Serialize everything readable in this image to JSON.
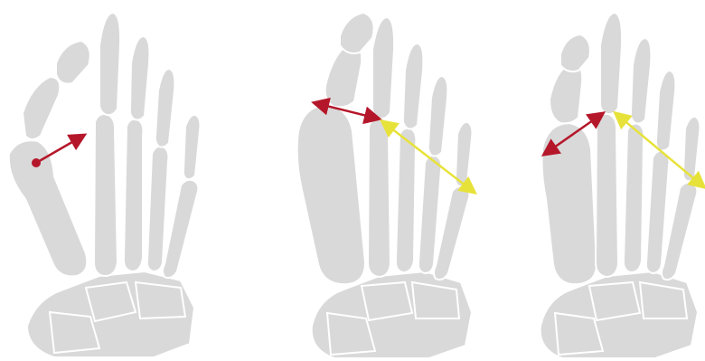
{
  "diagram": {
    "panels": [
      {
        "id": "foot-1",
        "arrows": [
          {
            "type": "single",
            "color": "#b5172a"
          }
        ]
      },
      {
        "id": "foot-2",
        "arrows": [
          {
            "type": "double",
            "color": "#b5172a"
          },
          {
            "type": "double",
            "color": "#e7e23a"
          }
        ]
      },
      {
        "id": "foot-3",
        "arrows": [
          {
            "type": "double",
            "color": "#b5172a"
          },
          {
            "type": "double",
            "color": "#e7e23a"
          }
        ]
      }
    ],
    "colors": {
      "bone": "#d9d9d9",
      "bone_outline": "#ffffff",
      "red_arrow": "#b5172a",
      "yellow_arrow": "#e7e23a",
      "background": "#ffffff"
    }
  }
}
